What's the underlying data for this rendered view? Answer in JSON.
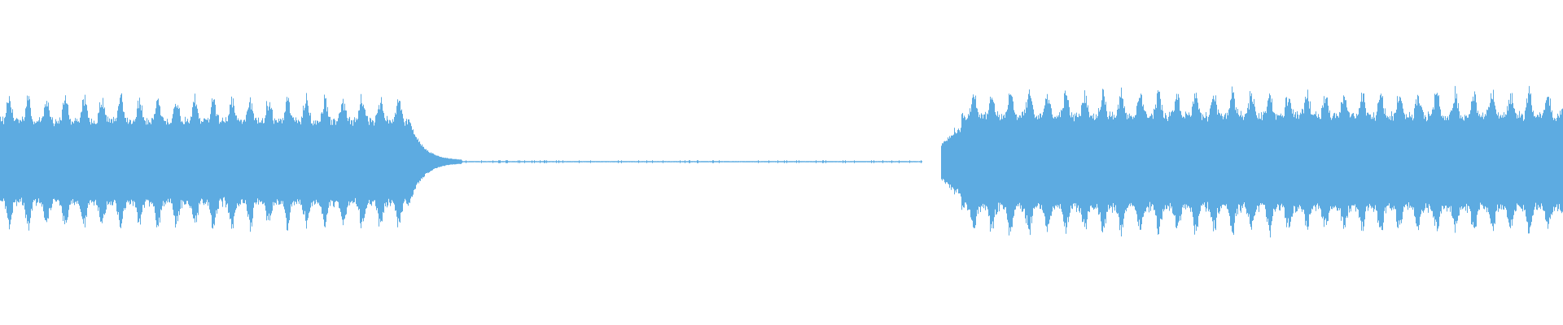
{
  "waveform": {
    "color": "#5DABE1",
    "background": "#FFFFFF",
    "segments": [
      {
        "kind": "audio",
        "start": 0.0,
        "end": 0.262,
        "peak": 0.92,
        "body": 0.55
      },
      {
        "kind": "decay",
        "start": 0.262,
        "end": 0.295,
        "peak": 0.55,
        "body": 0.02
      },
      {
        "kind": "near-silence",
        "start": 0.295,
        "end": 0.59,
        "peak": 0.012,
        "body": 0.008
      },
      {
        "kind": "attack",
        "start": 0.602,
        "end": 0.615,
        "peak": 0.55,
        "body": 0.45
      },
      {
        "kind": "audio",
        "start": 0.615,
        "end": 1.0,
        "peak": 1.0,
        "body": 0.62
      }
    ]
  }
}
